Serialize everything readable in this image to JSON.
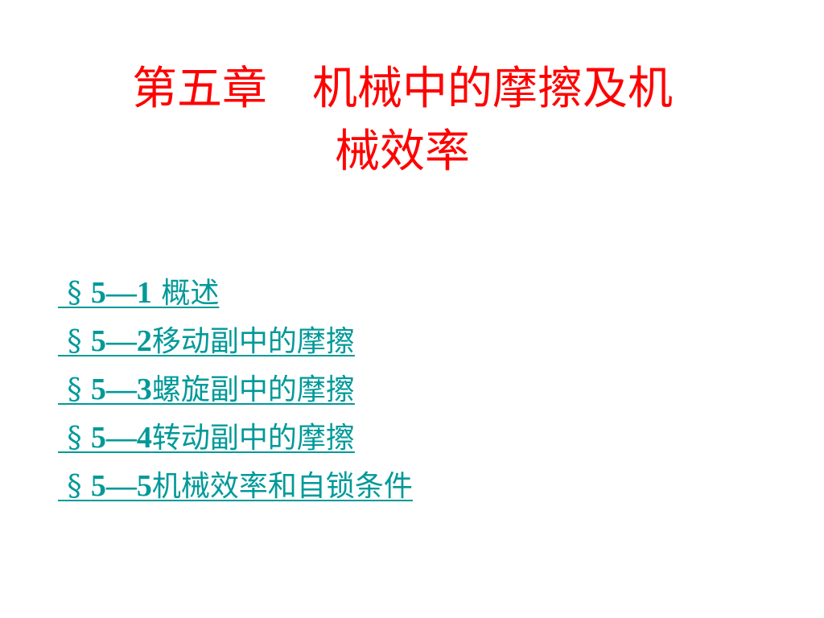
{
  "title": {
    "line1": "第五章　机械中的摩擦及机",
    "line2": "械效率"
  },
  "toc": {
    "items": [
      {
        "prefix": " § ",
        "num": "5—1",
        "text": " 概述"
      },
      {
        "prefix": " § ",
        "num": "5—2",
        "text": "移动副中的摩擦"
      },
      {
        "prefix": " § ",
        "num": "5—3",
        "text": "螺旋副中的摩擦"
      },
      {
        "prefix": " § ",
        "num": "5—4",
        "text": "转动副中的摩擦"
      },
      {
        "prefix": " § ",
        "num": "5—5",
        "text": "机械效率和自锁条件"
      }
    ]
  },
  "colors": {
    "title": "#ff0000",
    "link": "#009999",
    "background": "#ffffff"
  }
}
